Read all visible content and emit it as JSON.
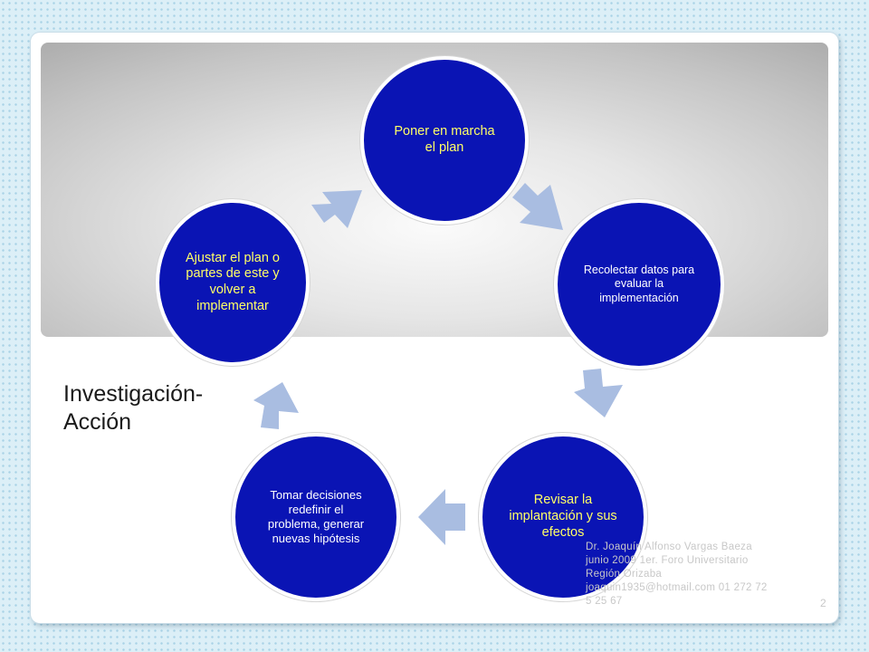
{
  "diagram": {
    "nodes": [
      {
        "id": "poner",
        "label": "Poner en marcha el plan"
      },
      {
        "id": "recolectar",
        "label": "Recolectar datos para evaluar la implementación"
      },
      {
        "id": "revisar",
        "label": "Revisar la implantación y sus efectos"
      },
      {
        "id": "tomar",
        "label": "Tomar decisiones redefinir el problema, generar nuevas hipótesis"
      },
      {
        "id": "ajustar",
        "label": "Ajustar el plan o partes de este y volver a implementar"
      }
    ],
    "colors": {
      "node_fill": "#0a14b4",
      "node_text": "#ffff66",
      "arrow": "#a9bde1"
    }
  },
  "title": {
    "line1": "Investigación-",
    "line2": "Acción"
  },
  "footer": {
    "author": "Dr. Joaquín Alfonso Vargas Baeza",
    "event": "junio 2009 1er. Foro Universitario",
    "region": "Región Orizaba",
    "contact": "joaquin1935@hotmail.com 01 272 72",
    "phone_tail": "5 25 67"
  },
  "page_number": "2"
}
